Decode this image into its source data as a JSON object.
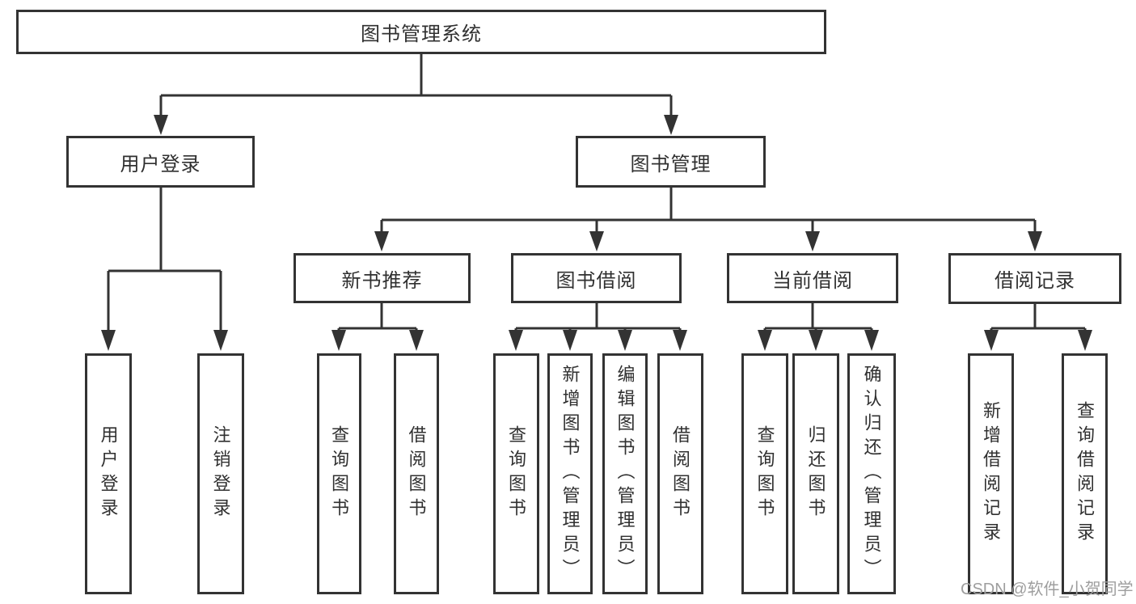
{
  "title": "图书管理系统",
  "tree": {
    "label": "图书管理系统",
    "children": [
      {
        "label": "用户登录",
        "children": [
          {
            "label": "用户登录"
          },
          {
            "label": "注销登录"
          }
        ]
      },
      {
        "label": "图书管理",
        "children": [
          {
            "label": "新书推荐",
            "children": [
              {
                "label": "查询图书"
              },
              {
                "label": "借阅图书"
              }
            ]
          },
          {
            "label": "图书借阅",
            "children": [
              {
                "label": "查询图书"
              },
              {
                "label": "新增图书（管理员）"
              },
              {
                "label": "编辑图书（管理员）"
              },
              {
                "label": "借阅图书"
              }
            ]
          },
          {
            "label": "当前借阅",
            "children": [
              {
                "label": "查询图书"
              },
              {
                "label": "归还图书"
              },
              {
                "label": "确认归还（管理员）"
              }
            ]
          },
          {
            "label": "借阅记录",
            "children": [
              {
                "label": "新增借阅记录"
              },
              {
                "label": "查询借阅记录"
              }
            ]
          }
        ]
      }
    ]
  },
  "watermark": {
    "text": "CSDN @软件_小贺同学",
    "color": "#9e9e9e"
  },
  "colors": {
    "line": "#333333",
    "box_border": "#333333",
    "box_fill": "#ffffff",
    "text": "#303030",
    "background": "#ffffff"
  }
}
